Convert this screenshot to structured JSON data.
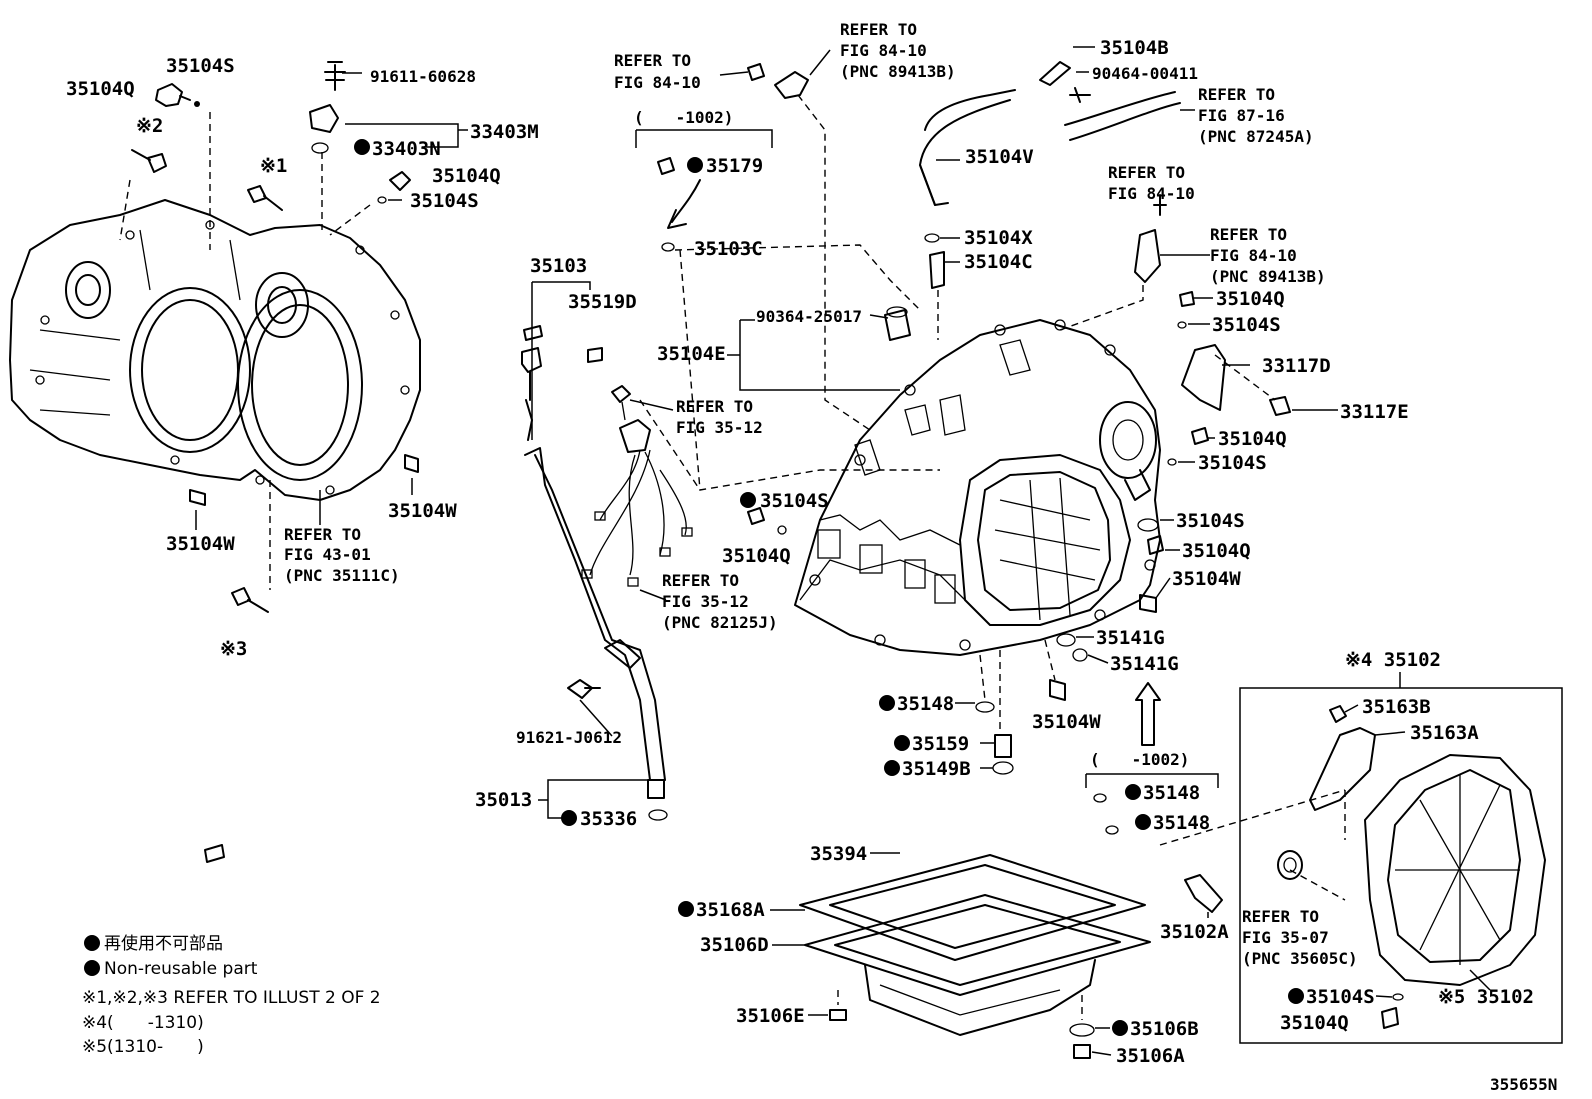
{
  "legend": {
    "non_reusable_jp": "再使用不可部品",
    "non_reusable_en": "Non-reusable part",
    "note_refer": "※1,※2,※3 REFER TO ILLUST 2 OF 2",
    "note_4": "※4(　　-1310)",
    "note_5": "※5(1310-　　)"
  },
  "illustration_id": "355655N",
  "labels": {
    "p35104Q_a": "35104Q",
    "p35104S_a": "35104S",
    "mark2": "※2",
    "mark1": "※1",
    "mark3": "※3",
    "p91611": "91611-60628",
    "p33403M": "33403M",
    "p33403N": "33403N",
    "p35104Q_b": "35104Q",
    "p35104S_b": "35104S",
    "p35104W_a": "35104W",
    "p35104W_b": "35104W",
    "ref4301_1": "REFER TO",
    "ref4301_2": "FIG 43-01",
    "ref4301_3": "(PNC 35111C)",
    "ref8410a_1": "REFER TO",
    "ref8410a_2": "FIG 84-10",
    "ref8410b_1": "REFER TO",
    "ref8410b_2": "FIG 84-10",
    "ref8410b_3": "(PNC 89413B)",
    "range_1002a": "(　　-1002)",
    "p35179": "35179",
    "p35103C": "35103C",
    "p35103": "35103",
    "p35519D": "35519D",
    "p90364": "90364-25017",
    "p35104E": "35104E",
    "ref3512a_1": "REFER TO",
    "ref3512a_2": "FIG 35-12",
    "ref3512b_1": "REFER TO",
    "ref3512b_2": "FIG 35-12",
    "ref3512b_3": "(PNC 82125J)",
    "p35104S_c": "35104S",
    "p35104Q_c": "35104Q",
    "p91621": "91621-J0612",
    "p35013": "35013",
    "p35336": "35336",
    "p35104B": "35104B",
    "p90464": "90464-00411",
    "ref8716_1": "REFER TO",
    "ref8716_2": "FIG 87-16",
    "ref8716_3": "(PNC 87245A)",
    "p35104V": "35104V",
    "ref8410c_1": "REFER TO",
    "ref8410c_2": "FIG 84-10",
    "ref8410d_1": "REFER TO",
    "ref8410d_2": "FIG 84-10",
    "ref8410d_3": "(PNC 89413B)",
    "p35104X": "35104X",
    "p35104C": "35104C",
    "p35104Q_d": "35104Q",
    "p35104S_d": "35104S",
    "p33117D": "33117D",
    "p33117E": "33117E",
    "p35104Q_e": "35104Q",
    "p35104S_e": "35104S",
    "p35104S_f": "35104S",
    "p35104Q_f": "35104Q",
    "p35104W_c": "35104W",
    "p35141G_a": "35141G",
    "p35141G_b": "35141G",
    "p35148_a": "35148",
    "p35104W_d": "35104W",
    "p35159": "35159",
    "p35149B": "35149B",
    "range_1002b": "(　　-1002)",
    "p35148_b": "35148",
    "p35148_c": "35148",
    "mark4_35102": "※4 35102",
    "p35163B": "35163B",
    "p35163A": "35163A",
    "ref3507_1": "REFER TO",
    "ref3507_2": "FIG 35-07",
    "ref3507_3": "(PNC 35605C)",
    "p35104S_g": "35104S",
    "mark5_35102": "※5 35102",
    "p35104Q_g": "35104Q",
    "p35394": "35394",
    "p35168A": "35168A",
    "p35106D": "35106D",
    "p35102A": "35102A",
    "p35106E": "35106E",
    "p35106B": "35106B",
    "p35106A": "35106A"
  }
}
